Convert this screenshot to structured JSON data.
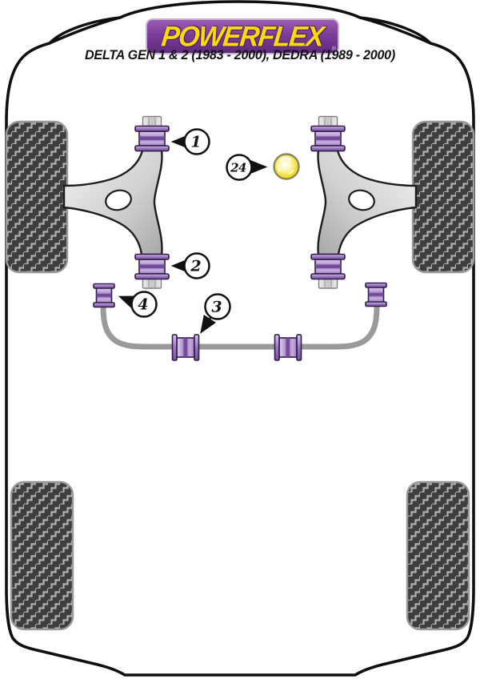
{
  "header": {
    "logo": {
      "text": "POWERFLEX",
      "trademark": "®"
    },
    "subtitle": "DELTA GEN 1 & 2 (1983 - 2000), DEDRA (1989 - 2000)"
  },
  "callouts": {
    "c1": "1",
    "c2": "2",
    "c3": "3",
    "c4": "4",
    "c24": "24"
  },
  "colors": {
    "logo_purple": "#7b3d99",
    "logo_yellow": "#fbd90e",
    "bush_purple_light": "#c2a7dd",
    "bush_purple_dark": "#6d4792",
    "bush_outline": "#2f1c49",
    "bush_yellow": "#f2e22e",
    "arm_gray": "#cfcfcf",
    "bar_gray": "#9a9a9a",
    "tread_dark": "#3e3e3e",
    "tread_light": "#b0b0b0",
    "outline_black": "#0f0f0f"
  }
}
